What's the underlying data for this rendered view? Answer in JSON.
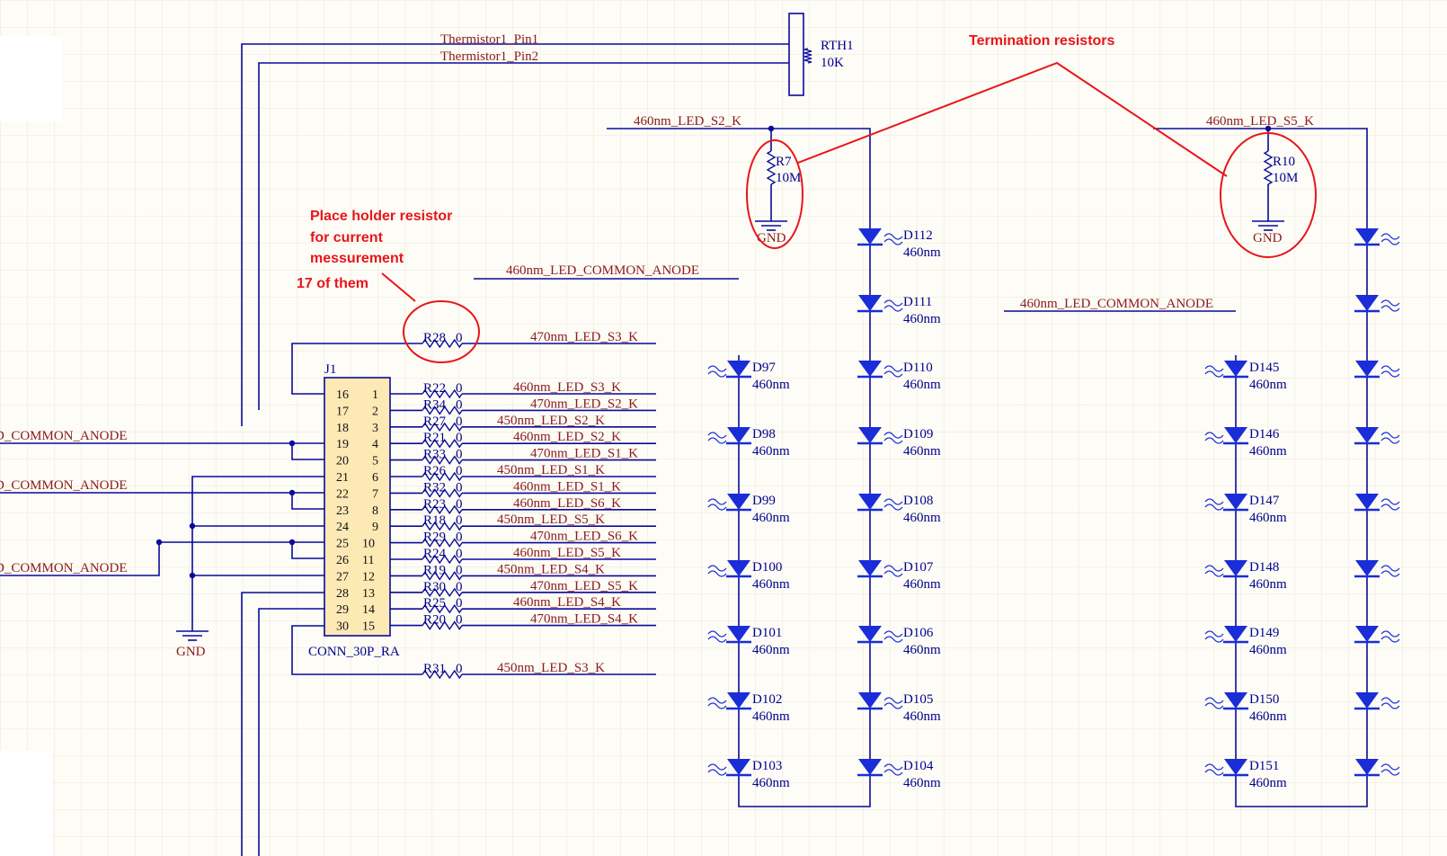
{
  "colors": {
    "wire": "#0a0a9b",
    "net_label": "#8b1a1a",
    "designator": "#00008b",
    "annotation": "#e8151b",
    "connector_fill": "#fde9b4",
    "diode": "#1a2dd8",
    "background": "#fdfcf6"
  },
  "annotations": {
    "termination": "Termination resistors",
    "placeholder_lines": [
      "Place holder resistor",
      "for current",
      "messurement",
      "17 of them"
    ]
  },
  "thermistor": {
    "pin1": "Thermistor1_Pin1",
    "pin2": "Thermistor1_Pin2",
    "designator": "RTH1",
    "value": "10K"
  },
  "nets": {
    "s2_k": "460nm_LED_S2_K",
    "s5_k": "460nm_LED_S5_K",
    "common_anode": "460nm_LED_COMMON_ANODE",
    "s3_k_470": "470nm_LED_S3_K",
    "s3_k_450": "450nm_LED_S3_K",
    "left_common_anode": "D_COMMON_ANODE"
  },
  "term_resistors": [
    {
      "designator": "R7",
      "value": "10M",
      "gnd": "GND"
    },
    {
      "designator": "R10",
      "value": "10M",
      "gnd": "GND"
    }
  ],
  "gnd_left": "GND",
  "r28": {
    "designator": "R28",
    "value": "0"
  },
  "r31": {
    "designator": "R31",
    "value": "0"
  },
  "connector": {
    "designator": "J1",
    "part": "CONN_30P_RA",
    "left_pins": [
      "16",
      "17",
      "18",
      "19",
      "20",
      "21",
      "22",
      "23",
      "24",
      "25",
      "26",
      "27",
      "28",
      "29",
      "30"
    ],
    "right_pins": [
      "1",
      "2",
      "3",
      "4",
      "5",
      "6",
      "7",
      "8",
      "9",
      "10",
      "11",
      "12",
      "13",
      "14",
      "15"
    ]
  },
  "resistor_rows": [
    {
      "designator": "R22",
      "value": "0",
      "net": "460nm_LED_S3_K"
    },
    {
      "designator": "R34",
      "value": "0",
      "net": "470nm_LED_S2_K"
    },
    {
      "designator": "R27",
      "value": "0",
      "net": "450nm_LED_S2_K"
    },
    {
      "designator": "R21",
      "value": "0",
      "net": "460nm_LED_S2_K"
    },
    {
      "designator": "R33",
      "value": "0",
      "net": "470nm_LED_S1_K"
    },
    {
      "designator": "R26",
      "value": "0",
      "net": "450nm_LED_S1_K"
    },
    {
      "designator": "R32",
      "value": "0",
      "net": "460nm_LED_S1_K"
    },
    {
      "designator": "R23",
      "value": "0",
      "net": "460nm_LED_S6_K"
    },
    {
      "designator": "R18",
      "value": "0",
      "net": "450nm_LED_S5_K"
    },
    {
      "designator": "R29",
      "value": "0",
      "net": "470nm_LED_S6_K"
    },
    {
      "designator": "R24",
      "value": "0",
      "net": "460nm_LED_S5_K"
    },
    {
      "designator": "R19",
      "value": "0",
      "net": "450nm_LED_S4_K"
    },
    {
      "designator": "R30",
      "value": "0",
      "net": "470nm_LED_S5_K"
    },
    {
      "designator": "R25",
      "value": "0",
      "net": "460nm_LED_S4_K"
    },
    {
      "designator": "R20",
      "value": "0",
      "net": "470nm_LED_S4_K"
    }
  ],
  "diode_columns": [
    {
      "designators": [
        "D97",
        "D98",
        "D99",
        "D100",
        "D101",
        "D102",
        "D103"
      ],
      "value": "460nm"
    },
    {
      "designators": [
        "D112",
        "D111",
        "D110",
        "D109",
        "D108",
        "D107",
        "D106",
        "D105",
        "D104"
      ],
      "value": "460nm"
    },
    {
      "designators": [
        "D145",
        "D146",
        "D147",
        "D148",
        "D149",
        "D150",
        "D151"
      ],
      "value": "460nm"
    },
    {
      "designators": [],
      "value": ""
    }
  ]
}
